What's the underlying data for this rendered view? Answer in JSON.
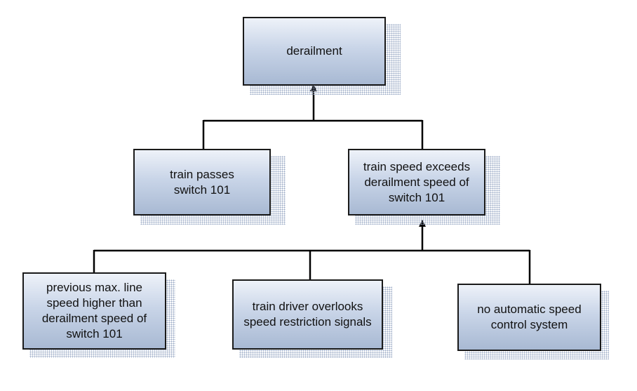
{
  "fault_tree": {
    "top_event": {
      "label": "derailment"
    },
    "intermediate": [
      {
        "label": "train passes switch 101"
      },
      {
        "label": "train speed exceeds derailment speed of switch 101"
      }
    ],
    "basic_events": [
      {
        "label": "previous max. line speed higher than derailment speed of switch 101"
      },
      {
        "label": "train driver overlooks speed restriction signals"
      },
      {
        "label": "no automatic speed control system"
      }
    ]
  },
  "colors": {
    "box_fill_top": "#eef2f9",
    "box_fill_bottom": "#a8b9d3",
    "border": "#1a1a1a",
    "shadow": "#9aa9c4",
    "connector": "#000000"
  }
}
